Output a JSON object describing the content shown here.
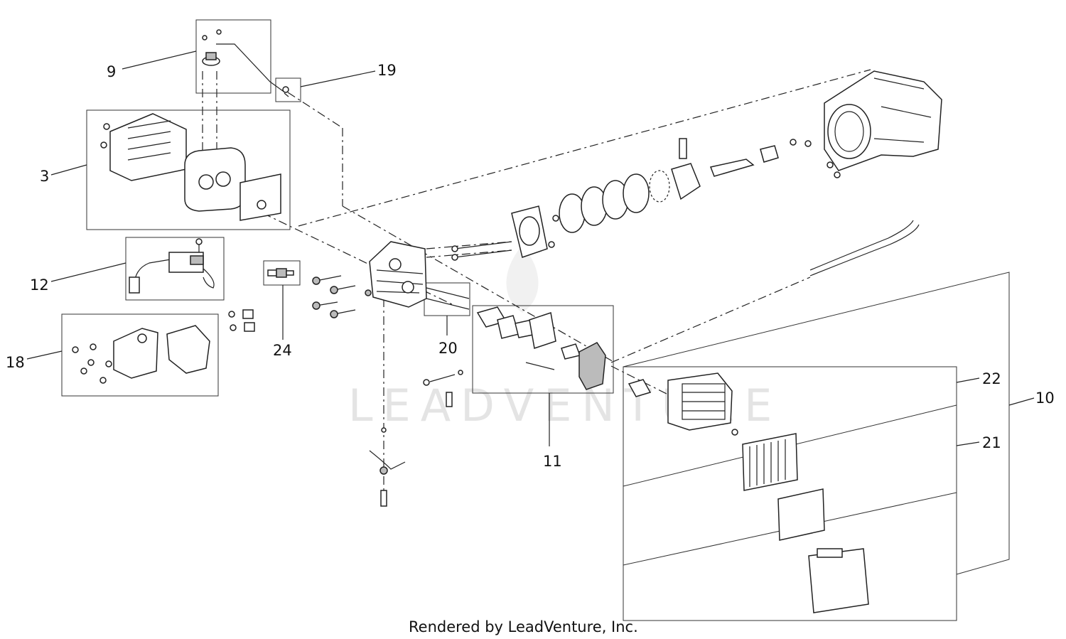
{
  "diagram": {
    "callouts": [
      {
        "id": "c9",
        "label": "9"
      },
      {
        "id": "c19",
        "label": "19"
      },
      {
        "id": "c3",
        "label": "3"
      },
      {
        "id": "c12",
        "label": "12"
      },
      {
        "id": "c18",
        "label": "18"
      },
      {
        "id": "c24",
        "label": "24"
      },
      {
        "id": "c20",
        "label": "20"
      },
      {
        "id": "c11",
        "label": "11"
      },
      {
        "id": "c22",
        "label": "22"
      },
      {
        "id": "c21",
        "label": "21"
      },
      {
        "id": "c10",
        "label": "10"
      }
    ],
    "footer": "Rendered by LeadVenture, Inc.",
    "watermark": "LEADVENTURE"
  }
}
